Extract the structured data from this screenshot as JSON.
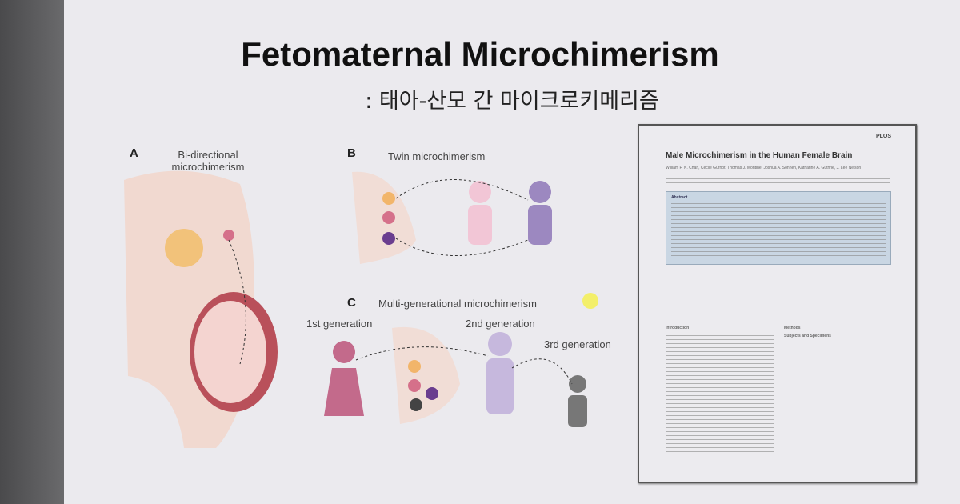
{
  "slide": {
    "title": "Fetomaternal Microchimerism",
    "subtitle": ": 태아-산모 간 마이크로키메리즘"
  },
  "figure": {
    "panel_a": {
      "letter": "A",
      "label": "Bi-directional microchimerism"
    },
    "panel_b": {
      "letter": "B",
      "label": "Twin microchimerism"
    },
    "panel_c": {
      "letter": "C",
      "label": "Multi-generational microchimerism"
    },
    "gen1": "1st generation",
    "gen2": "2nd generation",
    "gen3": "3rd generation"
  },
  "paper": {
    "journal": "PLOS",
    "title": "Male Microchimerism in the Human Female Brain",
    "authors": "William F. N. Chan, Cécile Gurnot, Thomas J. Montine, Joshua A. Sonnen, Katharine A. Guthrie, J. Lee Nelson",
    "abstract_heading": "Abstract",
    "intro_heading": "Introduction",
    "methods_heading": "Methods",
    "methods_sub": "Subjects and Specimens"
  }
}
